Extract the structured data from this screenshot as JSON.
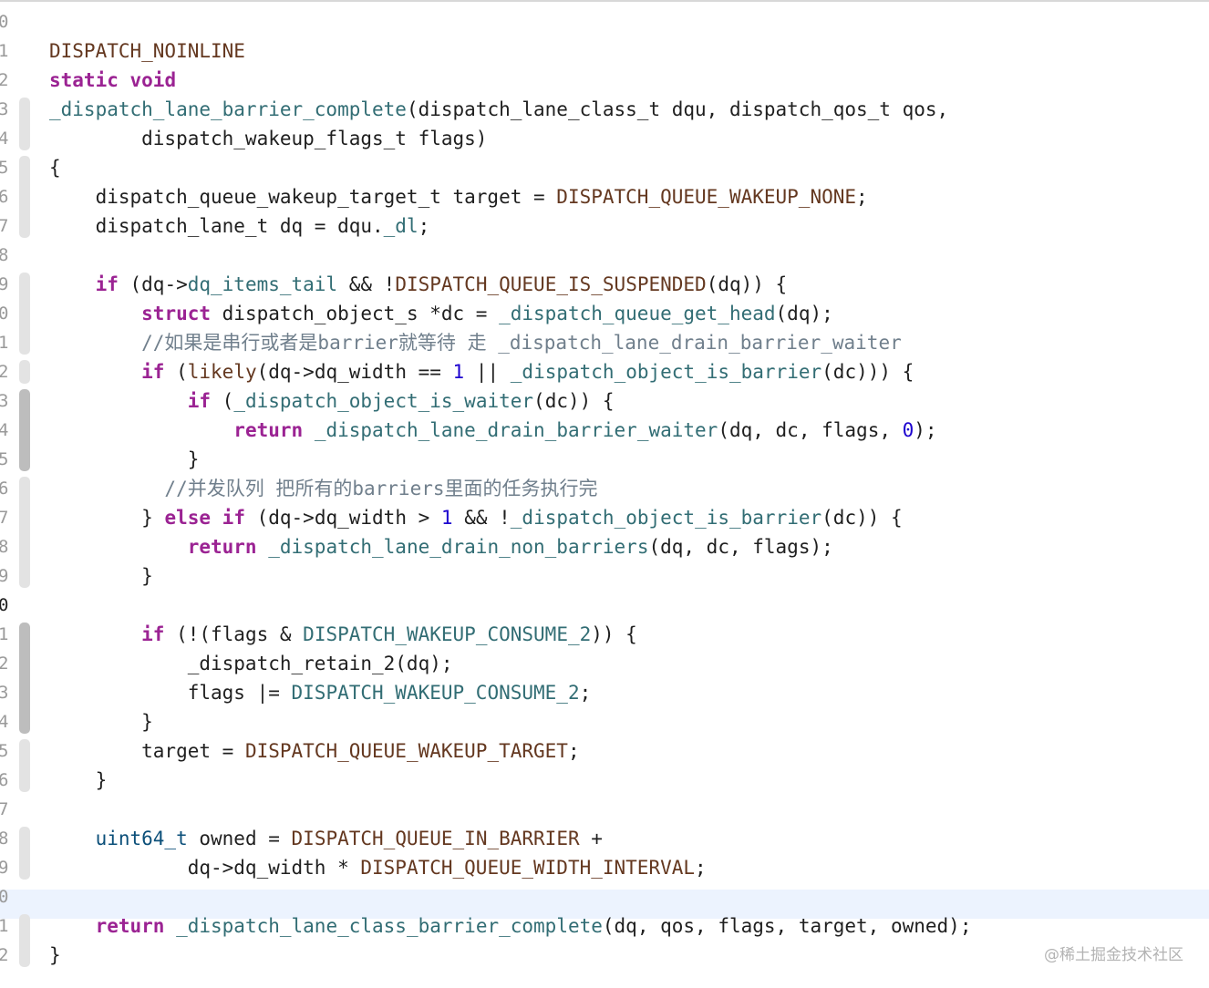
{
  "editor": {
    "first_line_number": 0,
    "current_line": 20,
    "lines": [
      [],
      [
        {
          "t": "DISPATCH_NOINLINE",
          "k": "mac"
        }
      ],
      [
        {
          "t": "static",
          "k": "kw"
        },
        {
          "t": " ",
          "k": "pl"
        },
        {
          "t": "void",
          "k": "kw"
        }
      ],
      [
        {
          "t": "_dispatch_lane_barrier_complete",
          "k": "fn"
        },
        {
          "t": "(dispatch_lane_class_t dqu, dispatch_qos_t qos,",
          "k": "pl"
        }
      ],
      [
        {
          "t": "        dispatch_wakeup_flags_t flags)",
          "k": "pl"
        }
      ],
      [
        {
          "t": "{",
          "k": "pl"
        }
      ],
      [
        {
          "t": "    dispatch_queue_wakeup_target_t target = ",
          "k": "pl"
        },
        {
          "t": "DISPATCH_QUEUE_WAKEUP_NONE",
          "k": "mac"
        },
        {
          "t": ";",
          "k": "pl"
        }
      ],
      [
        {
          "t": "    dispatch_lane_t dq = dqu.",
          "k": "pl"
        },
        {
          "t": "_dl",
          "k": "fn"
        },
        {
          "t": ";",
          "k": "pl"
        }
      ],
      [],
      [
        {
          "t": "    ",
          "k": "pl"
        },
        {
          "t": "if",
          "k": "kw"
        },
        {
          "t": " (dq->",
          "k": "pl"
        },
        {
          "t": "dq_items_tail",
          "k": "fn"
        },
        {
          "t": " && !",
          "k": "pl"
        },
        {
          "t": "DISPATCH_QUEUE_IS_SUSPENDED",
          "k": "mac"
        },
        {
          "t": "(dq)) {",
          "k": "pl"
        }
      ],
      [
        {
          "t": "        ",
          "k": "pl"
        },
        {
          "t": "struct",
          "k": "kw"
        },
        {
          "t": " dispatch_object_s *dc = ",
          "k": "pl"
        },
        {
          "t": "_dispatch_queue_get_head",
          "k": "fn"
        },
        {
          "t": "(dq);",
          "k": "pl"
        }
      ],
      [
        {
          "t": "        //如果是串行或者是barrier就等待 走 _dispatch_lane_drain_barrier_waiter",
          "k": "cm"
        }
      ],
      [
        {
          "t": "        ",
          "k": "pl"
        },
        {
          "t": "if",
          "k": "kw"
        },
        {
          "t": " (",
          "k": "pl"
        },
        {
          "t": "likely",
          "k": "mac"
        },
        {
          "t": "(dq->dq_width == ",
          "k": "pl"
        },
        {
          "t": "1",
          "k": "num"
        },
        {
          "t": " || ",
          "k": "pl"
        },
        {
          "t": "_dispatch_object_is_barrier",
          "k": "fn"
        },
        {
          "t": "(dc))) {",
          "k": "pl"
        }
      ],
      [
        {
          "t": "            ",
          "k": "pl"
        },
        {
          "t": "if",
          "k": "kw"
        },
        {
          "t": " (",
          "k": "pl"
        },
        {
          "t": "_dispatch_object_is_waiter",
          "k": "fn"
        },
        {
          "t": "(dc)) {",
          "k": "pl"
        }
      ],
      [
        {
          "t": "                ",
          "k": "pl"
        },
        {
          "t": "return",
          "k": "kw"
        },
        {
          "t": " ",
          "k": "pl"
        },
        {
          "t": "_dispatch_lane_drain_barrier_waiter",
          "k": "fn"
        },
        {
          "t": "(dq, dc, flags, ",
          "k": "pl"
        },
        {
          "t": "0",
          "k": "num"
        },
        {
          "t": ");",
          "k": "pl"
        }
      ],
      [
        {
          "t": "            }",
          "k": "pl"
        }
      ],
      [
        {
          "t": "          //并发队列 把所有的barriers里面的任务执行完",
          "k": "cm"
        }
      ],
      [
        {
          "t": "        } ",
          "k": "pl"
        },
        {
          "t": "else",
          "k": "kw"
        },
        {
          "t": " ",
          "k": "pl"
        },
        {
          "t": "if",
          "k": "kw"
        },
        {
          "t": " (dq->dq_width > ",
          "k": "pl"
        },
        {
          "t": "1",
          "k": "num"
        },
        {
          "t": " && !",
          "k": "pl"
        },
        {
          "t": "_dispatch_object_is_barrier",
          "k": "fn"
        },
        {
          "t": "(dc)) {",
          "k": "pl"
        }
      ],
      [
        {
          "t": "            ",
          "k": "pl"
        },
        {
          "t": "return",
          "k": "kw"
        },
        {
          "t": " ",
          "k": "pl"
        },
        {
          "t": "_dispatch_lane_drain_non_barriers",
          "k": "fn"
        },
        {
          "t": "(dq, dc, flags);",
          "k": "pl"
        }
      ],
      [
        {
          "t": "        }",
          "k": "pl"
        }
      ],
      [],
      [
        {
          "t": "        ",
          "k": "pl"
        },
        {
          "t": "if",
          "k": "kw"
        },
        {
          "t": " (!(flags & ",
          "k": "pl"
        },
        {
          "t": "DISPATCH_WAKEUP_CONSUME_2",
          "k": "fn"
        },
        {
          "t": ")) {",
          "k": "pl"
        }
      ],
      [
        {
          "t": "            _dispatch_retain_2(dq);",
          "k": "pl"
        }
      ],
      [
        {
          "t": "            flags |= ",
          "k": "pl"
        },
        {
          "t": "DISPATCH_WAKEUP_CONSUME_2",
          "k": "fn"
        },
        {
          "t": ";",
          "k": "pl"
        }
      ],
      [
        {
          "t": "        }",
          "k": "pl"
        }
      ],
      [
        {
          "t": "        target = ",
          "k": "pl"
        },
        {
          "t": "DISPATCH_QUEUE_WAKEUP_TARGET",
          "k": "mac"
        },
        {
          "t": ";",
          "k": "pl"
        }
      ],
      [
        {
          "t": "    }",
          "k": "pl"
        }
      ],
      [],
      [
        {
          "t": "    ",
          "k": "pl"
        },
        {
          "t": "uint64_t",
          "k": "ty"
        },
        {
          "t": " owned = ",
          "k": "pl"
        },
        {
          "t": "DISPATCH_QUEUE_IN_BARRIER",
          "k": "mac"
        },
        {
          "t": " +",
          "k": "pl"
        }
      ],
      [
        {
          "t": "            dq->dq_width * ",
          "k": "pl"
        },
        {
          "t": "DISPATCH_QUEUE_WIDTH_INTERVAL",
          "k": "mac"
        },
        {
          "t": ";",
          "k": "pl"
        }
      ],
      [],
      [
        {
          "t": "    ",
          "k": "pl"
        },
        {
          "t": "return",
          "k": "kw"
        },
        {
          "t": " ",
          "k": "pl"
        },
        {
          "t": "_dispatch_lane_class_barrier_complete",
          "k": "fn"
        },
        {
          "t": "(dq, qos, flags, target, owned);",
          "k": "pl"
        }
      ],
      [
        {
          "t": "}",
          "k": "pl"
        }
      ]
    ],
    "change_bars": [
      {
        "from": 3,
        "to": 4,
        "tone": "light"
      },
      {
        "from": 5,
        "to": 7,
        "tone": "light"
      },
      {
        "from": 9,
        "to": 11,
        "tone": "light"
      },
      {
        "from": 12,
        "to": 12,
        "tone": "light"
      },
      {
        "from": 13,
        "to": 15,
        "tone": "dark"
      },
      {
        "from": 16,
        "to": 19,
        "tone": "light"
      },
      {
        "from": 21,
        "to": 24,
        "tone": "dark"
      },
      {
        "from": 25,
        "to": 26,
        "tone": "light"
      },
      {
        "from": 28,
        "to": 29,
        "tone": "light"
      },
      {
        "from": 31,
        "to": 32,
        "tone": "light"
      }
    ]
  },
  "colors": {
    "keyword": "#9b2393",
    "macro": "#643820",
    "function": "#326d74",
    "type": "#0b4f79",
    "number": "#1c00cf",
    "comment": "#707f8c",
    "plain": "#1f1f1f",
    "current_line_highlight": "#ecf3fe"
  },
  "watermark": "@稀土掘金技术社区"
}
